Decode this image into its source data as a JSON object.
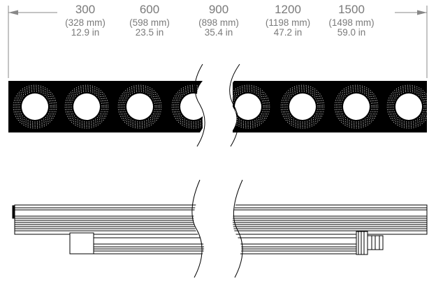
{
  "dimensions": [
    {
      "nominal": "300",
      "mm": "(328 mm)",
      "inches": "12.9 in"
    },
    {
      "nominal": "600",
      "mm": "(598 mm)",
      "inches": "23.5 in"
    },
    {
      "nominal": "900",
      "mm": "(898 mm)",
      "inches": "35.4 in"
    },
    {
      "nominal": "1200",
      "mm": "(1198 mm)",
      "inches": "47.2 in"
    },
    {
      "nominal": "1500",
      "mm": "(1498 mm)",
      "inches": "59.0 in"
    }
  ],
  "front_view": {
    "led_count": 8,
    "body_color": "#000000",
    "lens_color": "#ffffff"
  },
  "side_view": {
    "line_color": "#000000"
  },
  "colors": {
    "dimension_text": "#7a7a7a",
    "dimension_line": "#888888"
  }
}
